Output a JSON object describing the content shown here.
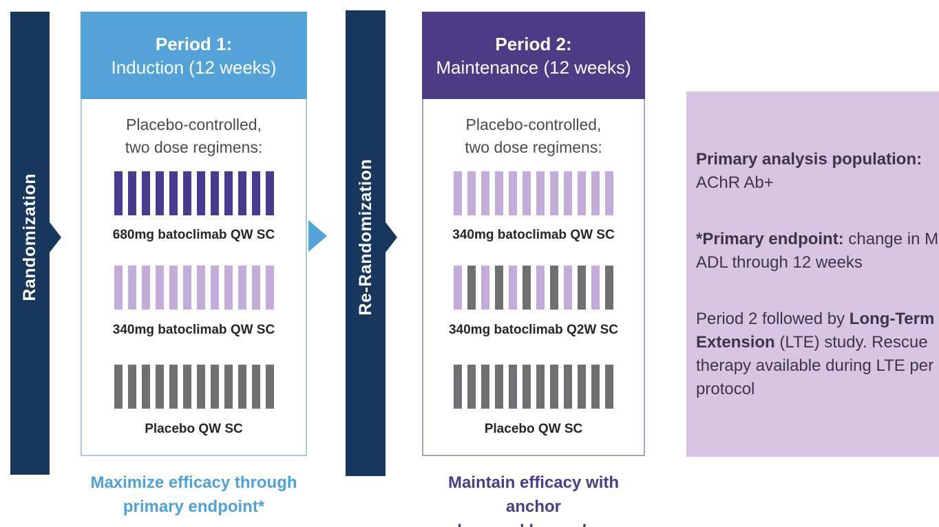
{
  "colors": {
    "navy_rail": "#17375e",
    "period1_header": "#54a3d8",
    "period1_border": "#a9cbe6",
    "period2_header": "#4c3b85",
    "period2_border": "#a8a1c2",
    "bar_dark_purple": "#4a3a8f",
    "bar_light_purple": "#c4acda",
    "bar_gray": "#6f7072",
    "side_panel_bg": "#d9c5e3",
    "footer_blue_text": "#4da2d9",
    "footer_purple_text": "#4c3a8a"
  },
  "rails": {
    "randomization": "Randomization",
    "re_randomization": "Re-Randomization"
  },
  "period1": {
    "title_line1": "Period 1:",
    "title_line2": "Induction (12 weeks)",
    "desc_line1": "Placebo-controlled,",
    "desc_line2": "two dose regimens:",
    "arms": [
      {
        "label": "680mg batoclimab QW SC",
        "bars": [
          "dark-purple",
          "dark-purple",
          "dark-purple",
          "dark-purple",
          "dark-purple",
          "dark-purple",
          "dark-purple",
          "dark-purple",
          "dark-purple",
          "dark-purple",
          "dark-purple",
          "dark-purple"
        ]
      },
      {
        "label": "340mg batoclimab QW SC",
        "bars": [
          "light-purple",
          "light-purple",
          "light-purple",
          "light-purple",
          "light-purple",
          "light-purple",
          "light-purple",
          "light-purple",
          "light-purple",
          "light-purple",
          "light-purple",
          "light-purple"
        ]
      },
      {
        "label": "Placebo QW SC",
        "bars": [
          "gray",
          "gray",
          "gray",
          "gray",
          "gray",
          "gray",
          "gray",
          "gray",
          "gray",
          "gray",
          "gray",
          "gray"
        ]
      }
    ],
    "footer_line1": "Maximize efficacy through",
    "footer_line2": "primary endpoint*"
  },
  "period2": {
    "title_line1": "Period 2:",
    "title_line2": "Maintenance (12 weeks)",
    "desc_line1": "Placebo-controlled,",
    "desc_line2": "two dose regimens:",
    "arms": [
      {
        "label": "340mg batoclimab QW SC",
        "bars": [
          "light-purple",
          "light-purple",
          "light-purple",
          "light-purple",
          "light-purple",
          "light-purple",
          "light-purple",
          "light-purple",
          "light-purple",
          "light-purple",
          "light-purple",
          "light-purple"
        ]
      },
      {
        "label": "340mg batoclimab Q2W SC",
        "bars": [
          "light-purple",
          "gray",
          "light-purple",
          "gray",
          "light-purple",
          "gray",
          "light-purple",
          "gray",
          "light-purple",
          "gray",
          "light-purple",
          "gray"
        ]
      },
      {
        "label": "Placebo QW SC",
        "bars": [
          "gray",
          "gray",
          "gray",
          "gray",
          "gray",
          "gray",
          "gray",
          "gray",
          "gray",
          "gray",
          "gray",
          "gray"
        ]
      }
    ],
    "footer_line1": "Maintain efficacy with anchor",
    "footer_line2": "dose and lower dose"
  },
  "side_panel": {
    "paragraphs": [
      {
        "lines": [
          [
            {
              "t": "Primary analysis population:",
              "b": true
            }
          ],
          [
            {
              "t": "AChR Ab+",
              "b": false
            }
          ]
        ]
      },
      {
        "lines": [
          [
            {
              "t": "*Primary endpoint:",
              "b": true
            },
            {
              "t": " change in MG-",
              "b": false
            }
          ],
          [
            {
              "t": "ADL through 12 weeks",
              "b": false
            }
          ]
        ]
      },
      {
        "lines": [
          [
            {
              "t": "Period 2 followed by ",
              "b": false
            },
            {
              "t": "Long-Term",
              "b": true
            }
          ],
          [
            {
              "t": "Extension",
              "b": true
            },
            {
              "t": " (LTE) study. Rescue",
              "b": false
            }
          ],
          [
            {
              "t": "therapy available during LTE per",
              "b": false
            }
          ],
          [
            {
              "t": "protocol",
              "b": false
            }
          ]
        ]
      }
    ]
  }
}
